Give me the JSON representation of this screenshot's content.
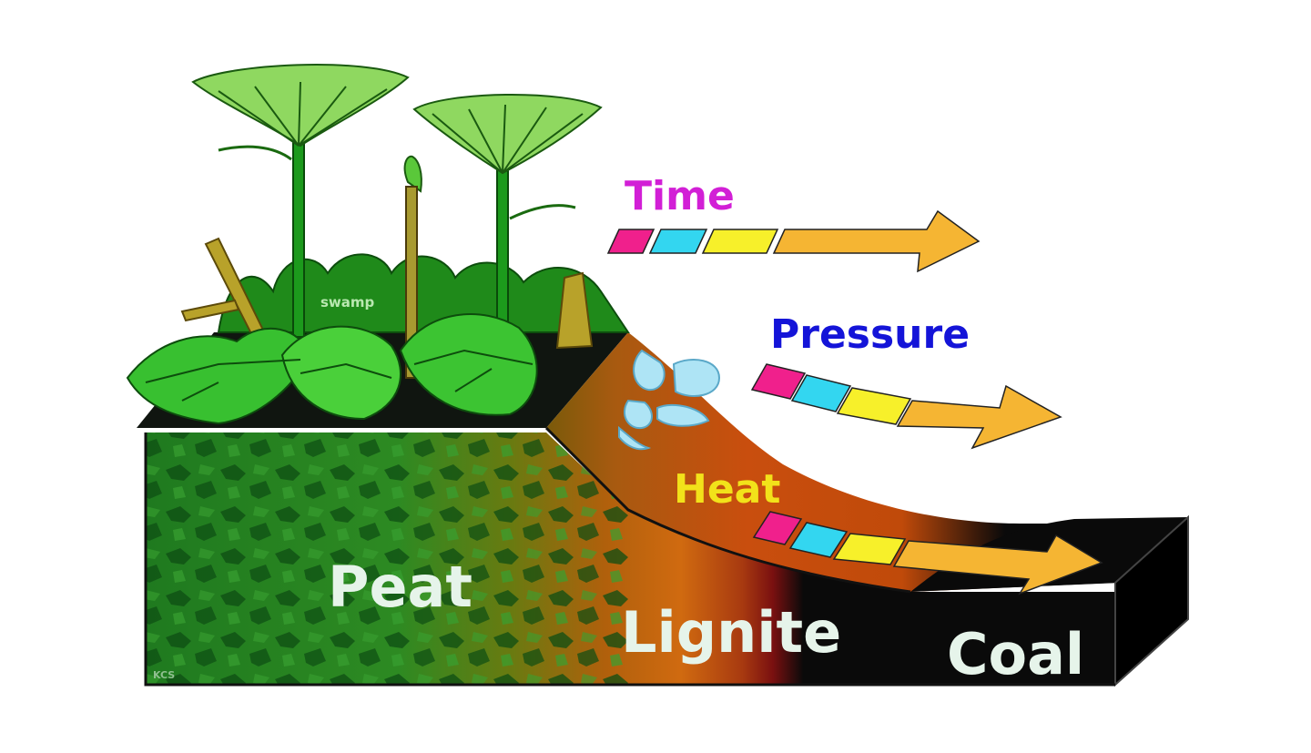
{
  "labels": {
    "swamp": "swamp",
    "peat": "Peat",
    "lignite": "Lignite",
    "coal": "Coal",
    "time": "Time",
    "pressure": "Pressure",
    "heat": "Heat",
    "credit": "KCS"
  },
  "arrow_steps": [
    "magenta",
    "cyan",
    "yellow",
    "orange"
  ],
  "colors": {
    "time_text": "#d21fd6",
    "pressure_text": "#1414d8",
    "heat_text": "#f2e21a",
    "label_text": "#e6f4ea",
    "swamp_text": "#b9e8b0",
    "magenta": "#f0208c",
    "cyan": "#33d6f0",
    "yellow": "#f7f02a",
    "orange": "#f5b533",
    "peat_green": "#1f7a1f",
    "lignite_brown": "#9a4a0a",
    "coal_black": "#0a0a0a",
    "sediment": "#c94e0e",
    "water": "#aee4f5"
  }
}
